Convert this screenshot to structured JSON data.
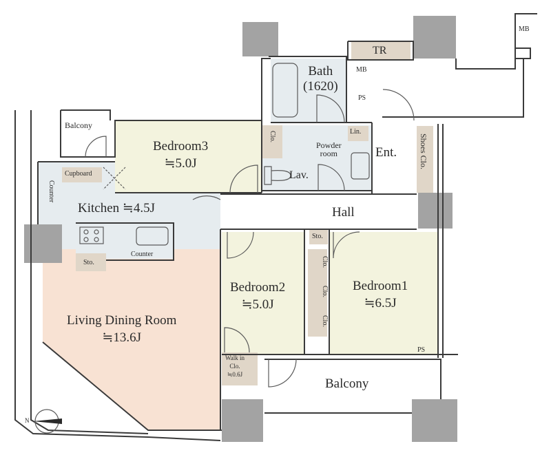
{
  "rooms": {
    "bath": {
      "name": "Bath",
      "size": "(1620)"
    },
    "tr": "TR",
    "mb_top": "MB",
    "mb_bath": "MB",
    "ps_bath": "PS",
    "balcony_nw": "Balcony",
    "bedroom3": {
      "name": "Bedroom3",
      "area": "≒5.0J"
    },
    "clo_bed3": "Clo.",
    "powder": {
      "line1": "Powder",
      "line2": "room"
    },
    "lin": "Lin.",
    "ent": "Ent.",
    "shoes_clo": "Shoes Clo.",
    "lav": "Lav.",
    "cupboard": "Cupboard",
    "counter_left": "Counter",
    "kitchen": "Kitchen ≒4.5J",
    "hall": "Hall",
    "sto_hall": "Sto.",
    "counter_kitchen": "Counter",
    "sto_living": "Sto.",
    "living": {
      "name": "Living Dining Room",
      "area": "≒13.6J"
    },
    "bedroom2": {
      "name": "Bedroom2",
      "area": "≒5.0J"
    },
    "bedroom1": {
      "name": "Bedroom1",
      "area": "≒6.5J"
    },
    "clo_1": "Clo.",
    "clo_2": "Clo.",
    "clo_3": "Clo.",
    "ps_bed1": "PS",
    "walkin": {
      "line1": "Walk in",
      "line2": "Clo.",
      "line3": "≒0.6J"
    },
    "balcony_s": "Balcony"
  },
  "compass": {
    "north_label": "N"
  },
  "colors": {
    "wall": "#8c8c8c",
    "column": "#a3a3a3",
    "bedroom": "#f3f3de",
    "living": "#f8e2d3",
    "wet": "#e6ecef",
    "storage": "#e0d6c8",
    "line": "#3a3a3a"
  }
}
